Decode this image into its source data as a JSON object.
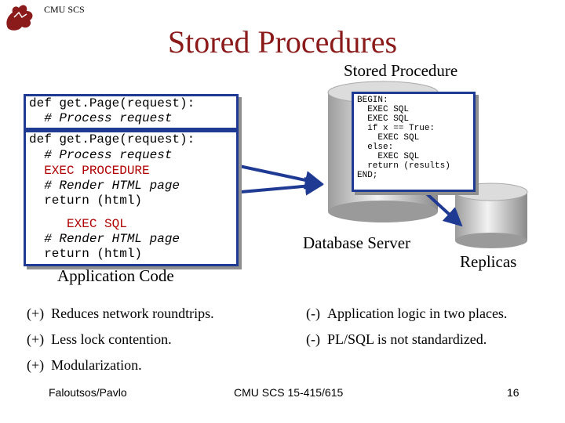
{
  "header": {
    "org": "CMU SCS",
    "title": "Stored Procedures",
    "stored_procedure_label": "Stored Procedure"
  },
  "app_code": {
    "box1": {
      "line1": "def get.Page(request):",
      "line2": "  # Process request"
    },
    "box2": {
      "line1": "def get.Page(request):",
      "line2": "  # Process request",
      "line3": "  EXEC PROCEDURE",
      "line4": "  # Render HTML page",
      "line5": "  return (html)",
      "line6": "     EXEC SQL",
      "line7": "  # Render HTML page",
      "line8": "  return (html)"
    },
    "label": "Application Code"
  },
  "procedure": {
    "lines": [
      "BEGIN:",
      "  EXEC SQL",
      "  EXEC SQL",
      "  if x == True:",
      "    EXEC SQL",
      "  else:",
      "    EXEC SQL",
      "  return (results)",
      "END;"
    ]
  },
  "labels": {
    "db_server": "Database Server",
    "replicas": "Replicas"
  },
  "pros": [
    {
      "sign": "(+)",
      "text": "Reduces network roundtrips."
    },
    {
      "sign": "(+)",
      "text": "Less lock contention."
    },
    {
      "sign": "(+)",
      "text": "Modularization."
    }
  ],
  "cons": [
    {
      "sign": "(-)",
      "text": "Application logic in two places."
    },
    {
      "sign": "(-)",
      "text": "PL/SQL is not standardized."
    }
  ],
  "footer": {
    "authors": "Faloutsos/Pavlo",
    "course": "CMU SCS 15-415/615",
    "page": "16"
  },
  "colors": {
    "title": "#8b1a1a",
    "box_border": "#1f3a93",
    "arrow": "#1f3a93",
    "highlight": "#b00000"
  }
}
